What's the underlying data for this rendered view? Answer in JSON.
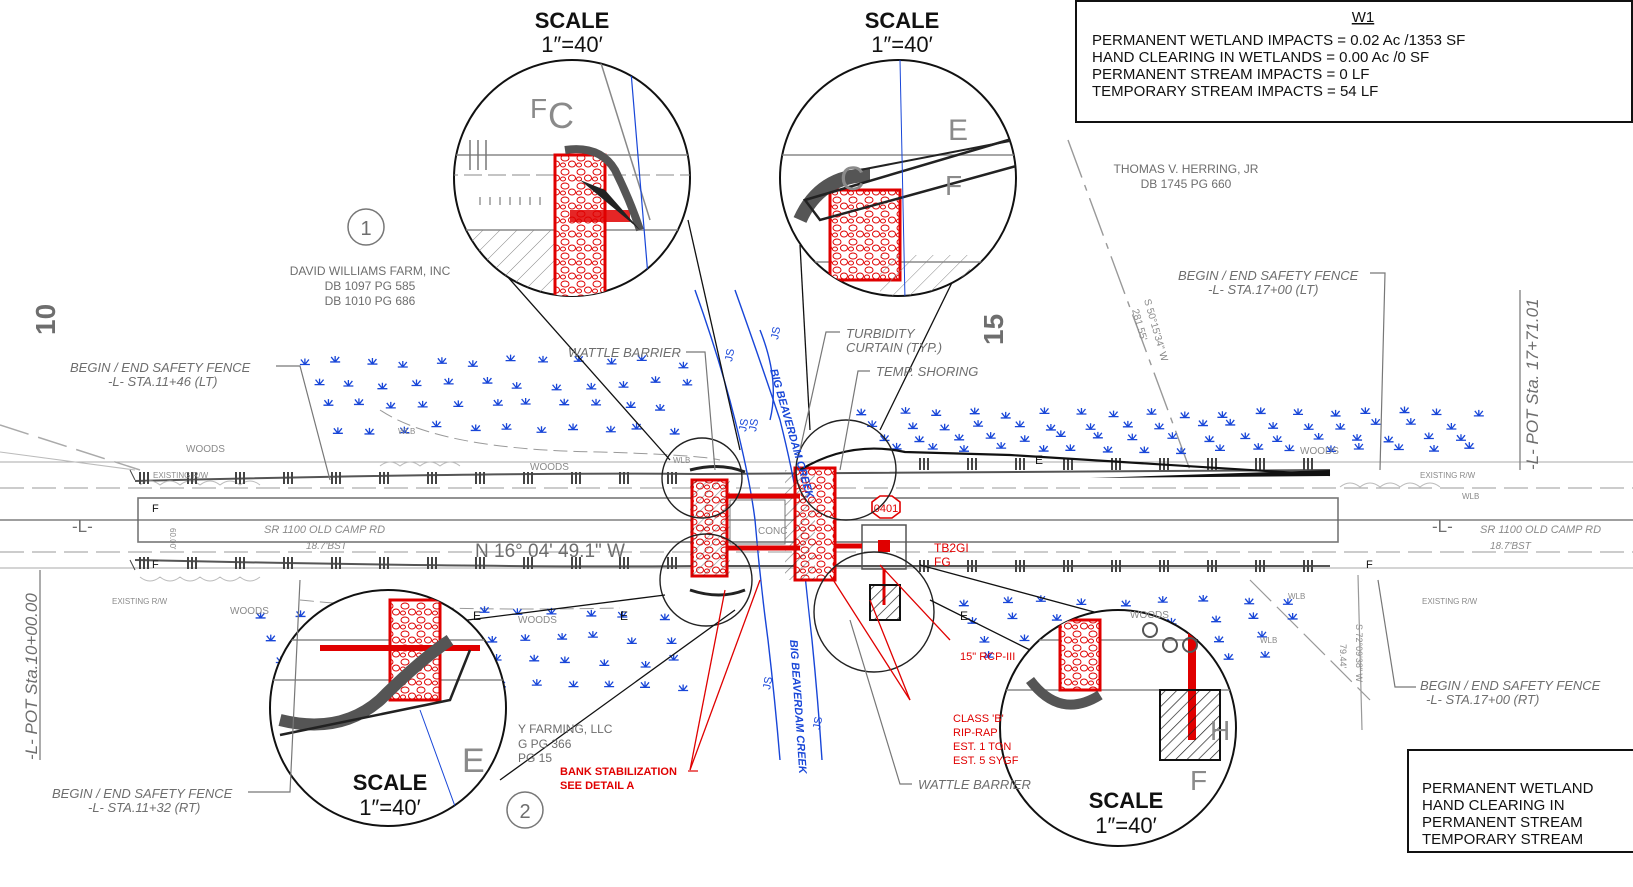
{
  "impact_table": {
    "id": "W1",
    "rows": [
      "PERMANENT WETLAND IMPACTS = 0.02 Ac /1353 SF",
      "HAND CLEARING IN WETLANDS = 0.00 Ac /0 SF",
      "PERMANENT STREAM IMPACTS = 0 LF",
      "TEMPORARY STREAM IMPACTS = 54 LF"
    ]
  },
  "impact_table_partial": {
    "rows": [
      "PERMANENT WETLAND",
      "HAND CLEARING IN",
      "PERMANENT STREAM",
      "TEMPORARY STREAM"
    ]
  },
  "scales": {
    "label": "SCALE",
    "value": "1″=40′"
  },
  "parcels": {
    "p1_number": "1",
    "p1_owner": "DAVID WILLIAMS FARM, INC",
    "p1_deed1": "DB 1097 PG 585",
    "p1_deed2": "DB 1010 PG 686",
    "p2_number": "2",
    "p2_owner_partial": "Y FARMING, LLC",
    "p2_deed1_partial": "G PG 366",
    "p2_deed2_partial": "PG 15",
    "p3_owner": "THOMAS V. HERRING, JR",
    "p3_deed": "DB 1745 PG 660"
  },
  "stations": {
    "sta10": "10",
    "sta15": "15",
    "pot_start": "-L- POT Sta.10+00.00",
    "pot_end": "-L- POT Sta. 17+71.01"
  },
  "road": {
    "alignment": "-L-",
    "name": "SR 1100 OLD CAMP RD",
    "surface": "18.7'BST",
    "bearing": "N 16° 04' 49.1\" W",
    "width": "60.00'",
    "conc": "CONC",
    "row": "EXISTING R/W",
    "woods": "WOODS",
    "wlb": "WLB",
    "fence_f": "F",
    "e": "E"
  },
  "fence_labels": {
    "tl_1": "BEGIN / END SAFETY FENCE",
    "tl_2": "-L- STA.11+46 (LT)",
    "bl_1": "BEGIN / END SAFETY FENCE",
    "bl_2": "-L- STA.11+32 (RT)",
    "tr_1": "BEGIN / END SAFETY FENCE",
    "tr_2": "-L- STA.17+00 (LT)",
    "br_1": "BEGIN / END SAFETY FENCE",
    "br_2": "-L- STA.17+00 (RT)"
  },
  "callouts": {
    "wattle_top": "WATTLE BARRIER",
    "turbidity_1": "TURBIDITY",
    "turbidity_2": "CURTAIN (TYP.)",
    "shoring": "TEMP. SHORING",
    "wattle_bottom": "WATTLE BARRIER",
    "bank_1": "BANK STABILIZATION",
    "bank_2": "SEE DETAIL A",
    "riprap_1": "CLASS 'B'",
    "riprap_2": "RIP-RAP",
    "riprap_3": "EST. 1 TON",
    "riprap_4": "EST. 5 SYGF",
    "pipe": "15\" RCP-III",
    "structure_no": "0401",
    "tb": "TB2GI",
    "fg": "FG"
  },
  "creek": {
    "name": "BIG BEAVERDAM CREEK",
    "js": "JS"
  },
  "bearings": {
    "north_1": "S 50°15'34\" W",
    "north_2": "281.55'",
    "south_1": "S 72°09'38\" W",
    "south_2": "79.44'"
  },
  "colors": {
    "linework": "#6e6e6e",
    "proposed": "#e00000",
    "wetland": "#1846d8",
    "ink": "#111111"
  }
}
